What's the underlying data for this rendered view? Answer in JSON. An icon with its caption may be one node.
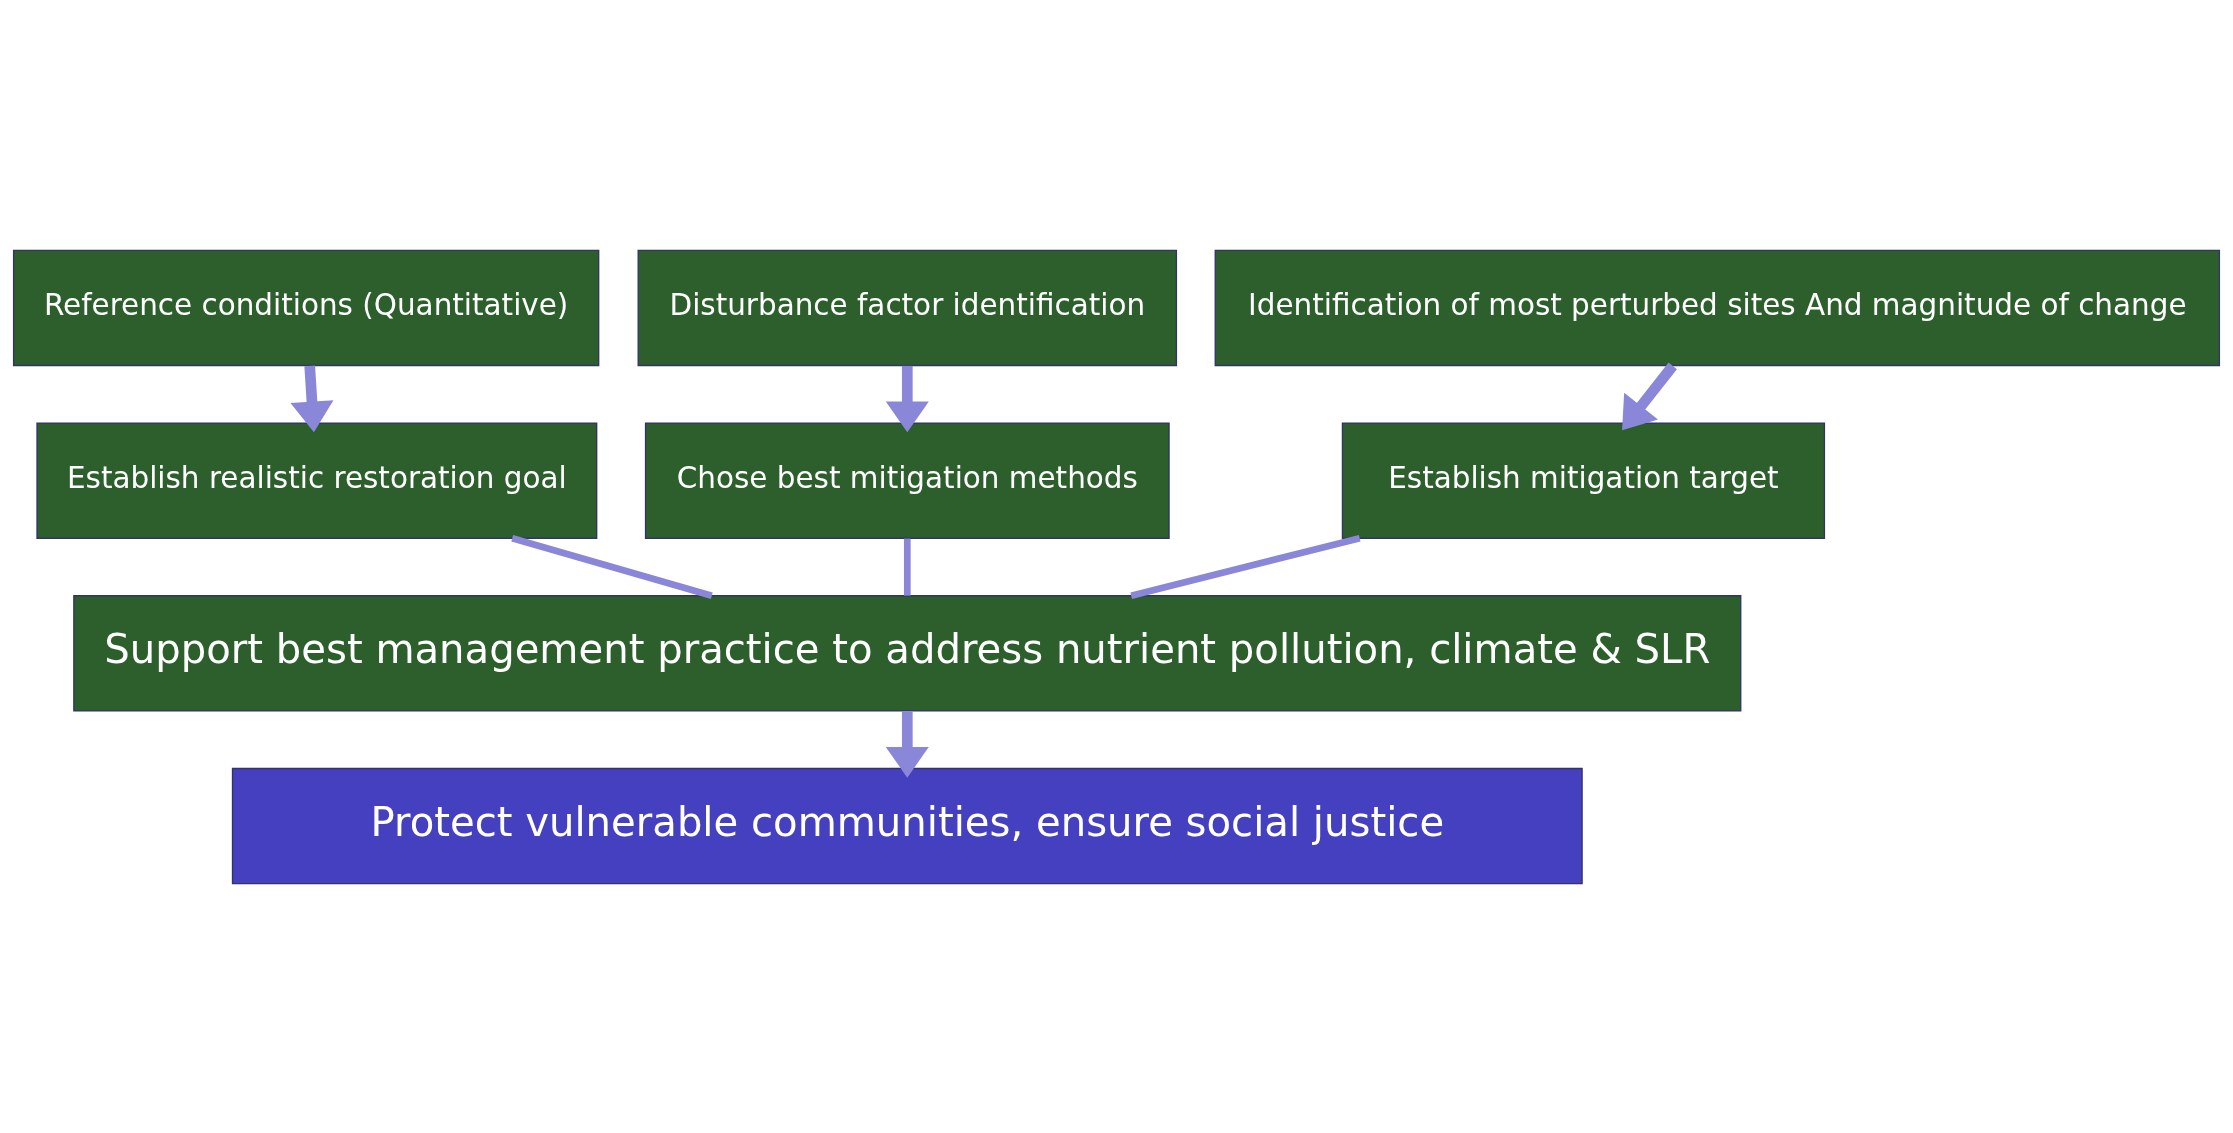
{
  "diagram": {
    "nodes": [
      {
        "text": [
          "Reference conditions (Quantitative)"
        ]
      },
      {
        "text": [
          "Disturbance factor identification"
        ]
      },
      {
        "text": [
          "Identification of most perturbed sites And magnitude of change"
        ]
      },
      {
        "text": [
          "Establish realistic restoration goal"
        ]
      },
      {
        "text": [
          "Chose best mitigation methods"
        ]
      },
      {
        "text": [
          "Establish mitigation target"
        ]
      },
      {
        "text": [
          "Support best management practice to address nutrient pollution, climate & SLR"
        ]
      },
      {
        "text": [
          "Protect vulnerable communities, ensure social justice"
        ]
      }
    ],
    "edges": [
      {
        "from": 0,
        "to": 3,
        "arrow": "to"
      },
      {
        "from": 1,
        "to": 4,
        "arrow": "to"
      },
      {
        "from": 2,
        "to": 5,
        "arrow": "to"
      },
      {
        "from": 3,
        "to": 6,
        "arrow": "none"
      },
      {
        "from": 4,
        "to": 6,
        "arrow": "none"
      },
      {
        "from": 5,
        "to": 6,
        "arrow": "none"
      },
      {
        "from": 6,
        "to": 7,
        "arrow": "to"
      }
    ]
  }
}
